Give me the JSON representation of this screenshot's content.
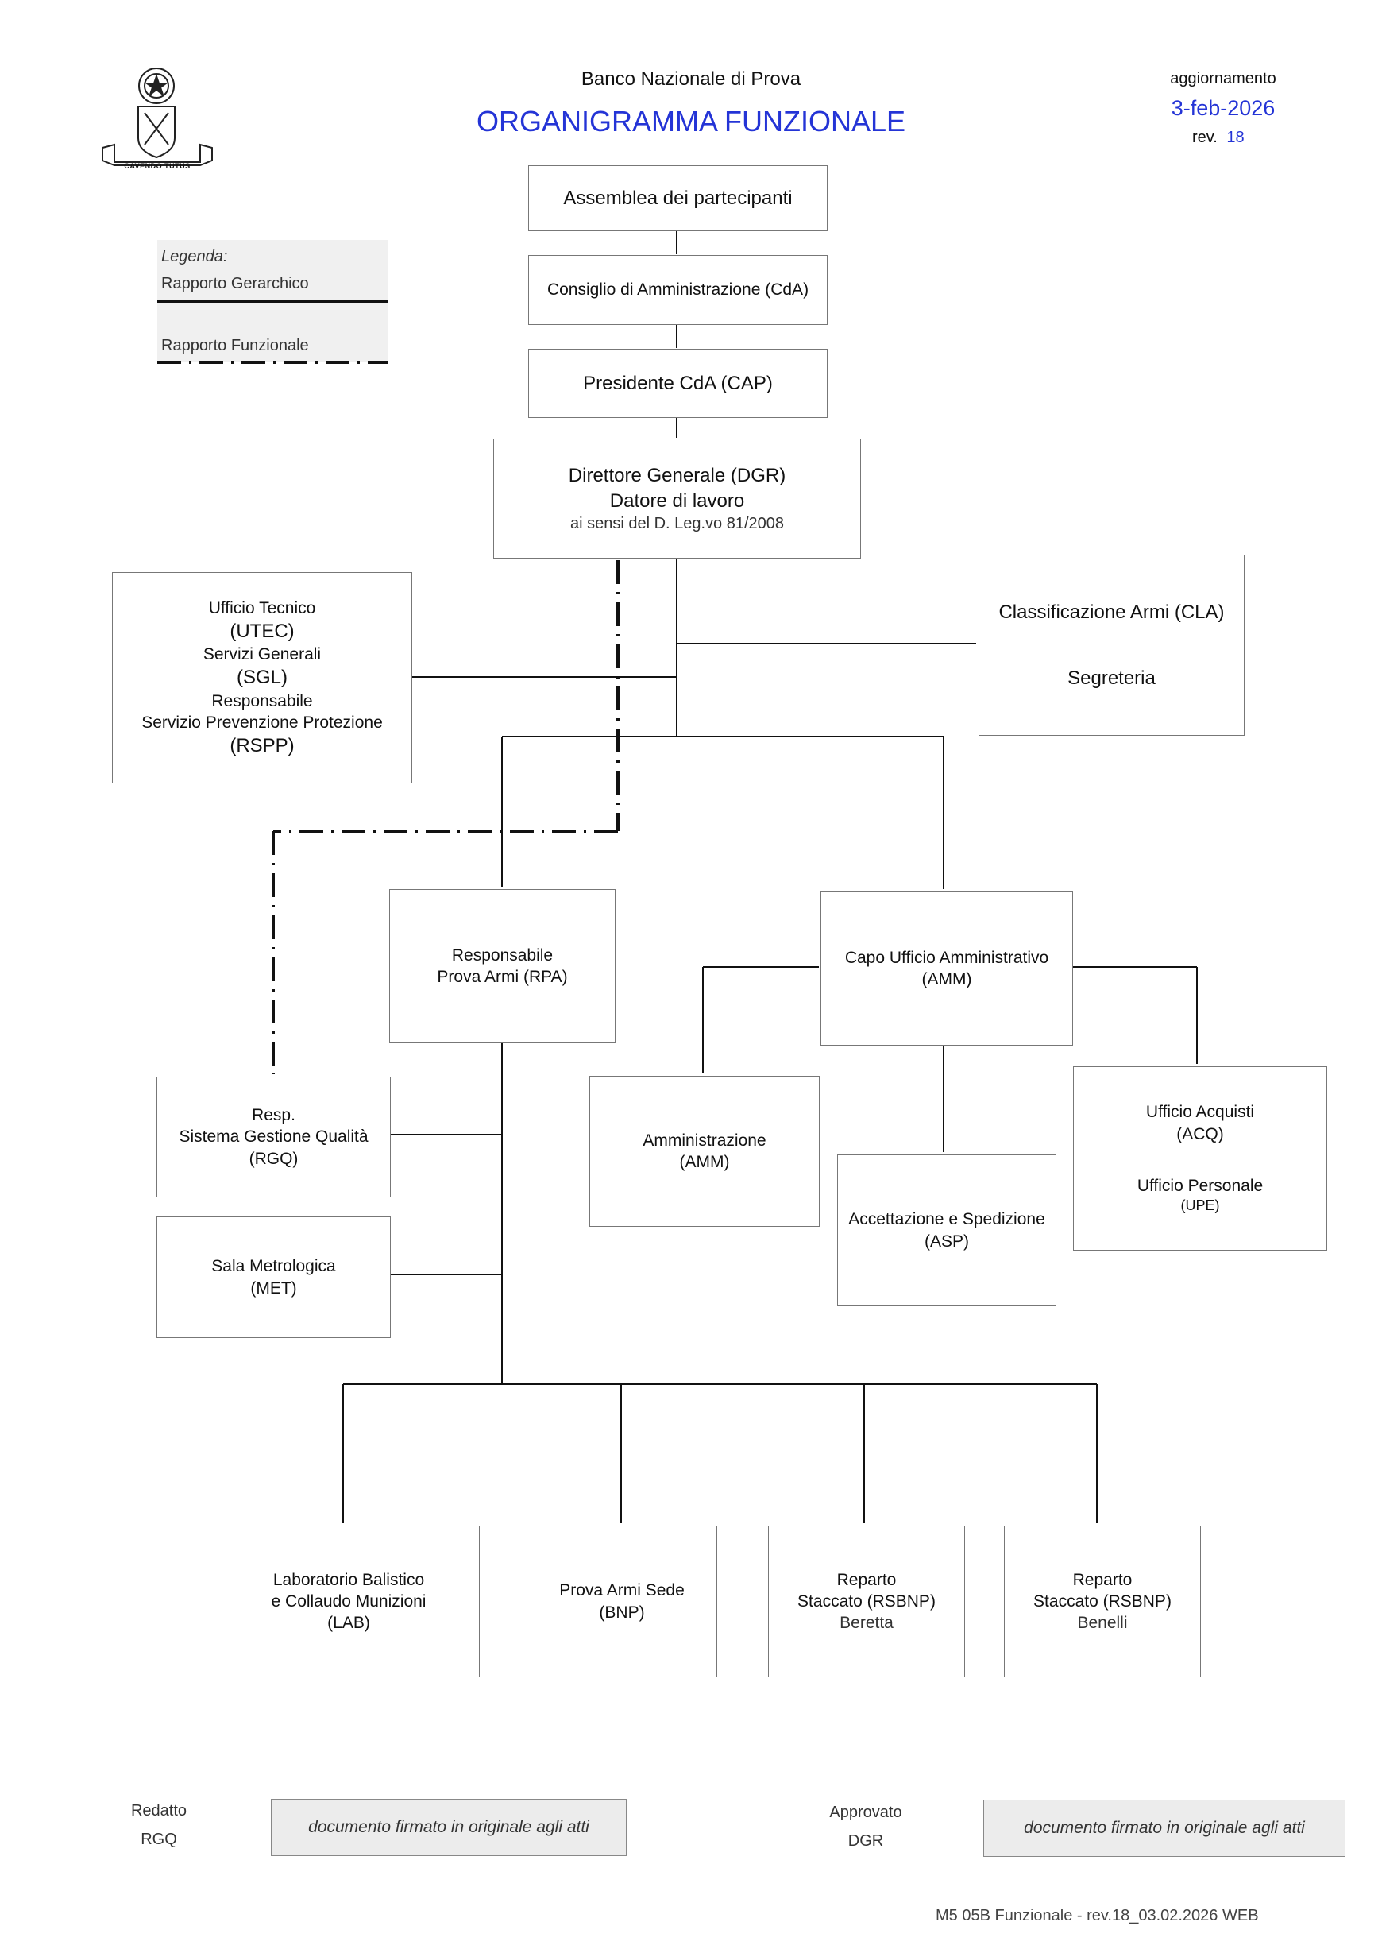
{
  "header": {
    "org_name": "Banco Nazionale di Prova",
    "doc_title": "ORGANIGRAMMA FUNZIONALE",
    "update_label": "aggiornamento",
    "update_date": "3-feb-2026",
    "rev_label": "rev.",
    "rev_number": "18",
    "logo_motto": "CAVENDO TUTUS"
  },
  "legend": {
    "title": "Legenda:",
    "hierarchical": "Rapporto Gerarchico",
    "functional": "Rapporto Funzionale"
  },
  "nodes": {
    "assemblea": {
      "line1": "Assemblea dei partecipanti"
    },
    "cda": {
      "line1": "Consiglio di Amministrazione (CdA)"
    },
    "cap": {
      "line1": "Presidente CdA (CAP)"
    },
    "dgr": {
      "line1": "Direttore Generale (DGR)",
      "line2": "Datore di lavoro",
      "line3": "ai sensi del D. Leg.vo 81/2008"
    },
    "utec": {
      "l1": "Ufficio Tecnico",
      "l2": "(UTEC)",
      "l3": "Servizi Generali",
      "l4": "(SGL)",
      "l5": "Responsabile",
      "l6": "Servizio Prevenzione Protezione",
      "l7": "(RSPP)"
    },
    "cla": {
      "l1": "Classificazione Armi (CLA)",
      "l2": "Segreteria"
    },
    "rpa": {
      "l1": "Responsabile",
      "l2": "Prova Armi (RPA)"
    },
    "amm_head": {
      "l1": "Capo Ufficio Amministrativo",
      "l2": "(AMM)"
    },
    "rgq": {
      "l1": "Resp.",
      "l2": "Sistema Gestione Qualità",
      "l3": "(RGQ)"
    },
    "met": {
      "l1": "Sala Metrologica",
      "l2": "(MET)"
    },
    "amm": {
      "l1": "Amministrazione",
      "l2": "(AMM)"
    },
    "asp": {
      "l1": "Accettazione e Spedizione",
      "l2": "(ASP)"
    },
    "acq": {
      "l1": "Ufficio Acquisti",
      "l2": "(ACQ)",
      "l3": "Ufficio Personale",
      "l4": "(UPE)"
    },
    "lab": {
      "l1": "Laboratorio Balistico",
      "l2": "e Collaudo Munizioni",
      "l3": "(LAB)"
    },
    "bnp": {
      "l1": "Prova Armi Sede",
      "l2": "(BNP)"
    },
    "rsbnp1": {
      "l1": "Reparto",
      "l2": "Staccato (RSBNP)",
      "l3": "Beretta"
    },
    "rsbnp2": {
      "l1": "Reparto",
      "l2": "Staccato (RSBNP)",
      "l3": "Benelli"
    }
  },
  "footer": {
    "redatto_label": "Redatto",
    "redatto_role": "RGQ",
    "redatto_sign": "documento firmato in originale agli atti",
    "approvato_label": "Approvato",
    "approvato_role": "DGR",
    "approvato_sign": "documento firmato in originale agli atti",
    "doc_code": "M5 05B Funzionale - rev.18_03.02.2026 WEB"
  },
  "colors": {
    "accent_blue": "#2434d6",
    "line": "#111111",
    "box_border": "#777777"
  }
}
